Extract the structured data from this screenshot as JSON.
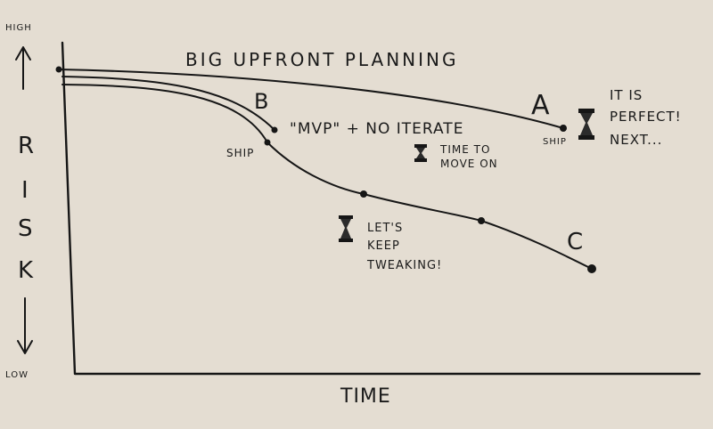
{
  "axes": {
    "y_label_letters": [
      "R",
      "I",
      "S",
      "K"
    ],
    "y_high": "HIGH",
    "y_low": "LOW",
    "x_label": "TIME"
  },
  "title": "BIG UPFRONT PLANNING",
  "curves": {
    "a_label": "A",
    "b_label": "B",
    "c_label": "C"
  },
  "annotations": {
    "ship_b": "SHIP",
    "ship_a": "SHIP",
    "mvp_note": "\"MVP\" + NO ITERATE",
    "time_to_move_on": [
      "TIME TO",
      "MOVE ON"
    ],
    "lets_keep_tweaking": [
      "LET'S",
      "KEEP",
      "TWEAKING!"
    ],
    "it_is_perfect": [
      "IT IS",
      "PERFECT!",
      "NEXT..."
    ]
  }
}
